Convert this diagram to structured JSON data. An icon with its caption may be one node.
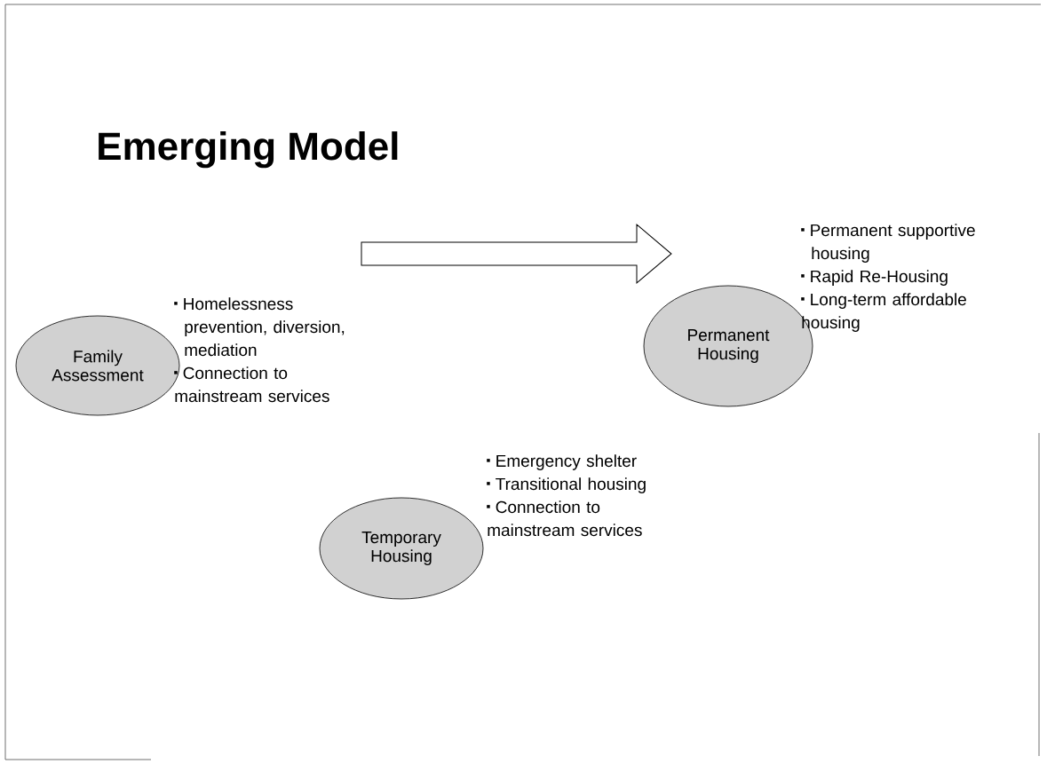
{
  "diagram": {
    "title": "Emerging Model",
    "nodes": [
      {
        "text": [
          "Family Assessment"
        ],
        "beside": [
          "Homelessness prevention, diversion, mediation",
          "Connection to mainstream services"
        ]
      },
      {
        "text": [
          "Permanent Housing"
        ],
        "beside": [
          "Permanent supportive housing",
          "Rapid Re-Housing",
          "Long-term affordable housing"
        ]
      },
      {
        "text": [
          "Temporary Housing"
        ],
        "beside": [
          "Emergency shelter",
          "Transitional housing",
          "Connection to mainstream services"
        ]
      }
    ]
  }
}
